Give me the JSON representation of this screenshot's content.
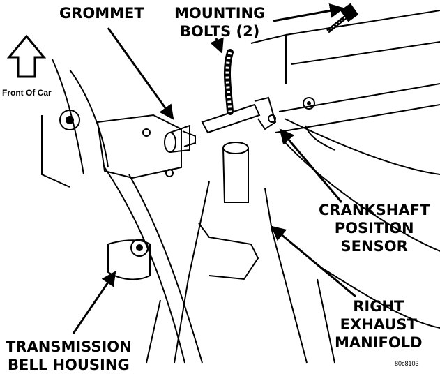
{
  "labels": {
    "grommet": "GROMMET",
    "mounting_bolts": [
      "MOUNTING",
      "BOLTS (2)"
    ],
    "front_of_car": "Front Of Car",
    "crankshaft_sensor": [
      "CRANKSHAFT",
      "POSITION",
      "SENSOR"
    ],
    "exhaust_manifold": [
      "RIGHT",
      "EXHAUST",
      "MANIFOLD"
    ],
    "bell_housing": [
      "TRANSMISSION",
      "BELL HOUSING"
    ],
    "figure_code": "80c8103"
  },
  "icons": [
    "front-arrow-icon"
  ],
  "colors": {
    "ink": "#000000",
    "paper": "#ffffff"
  }
}
